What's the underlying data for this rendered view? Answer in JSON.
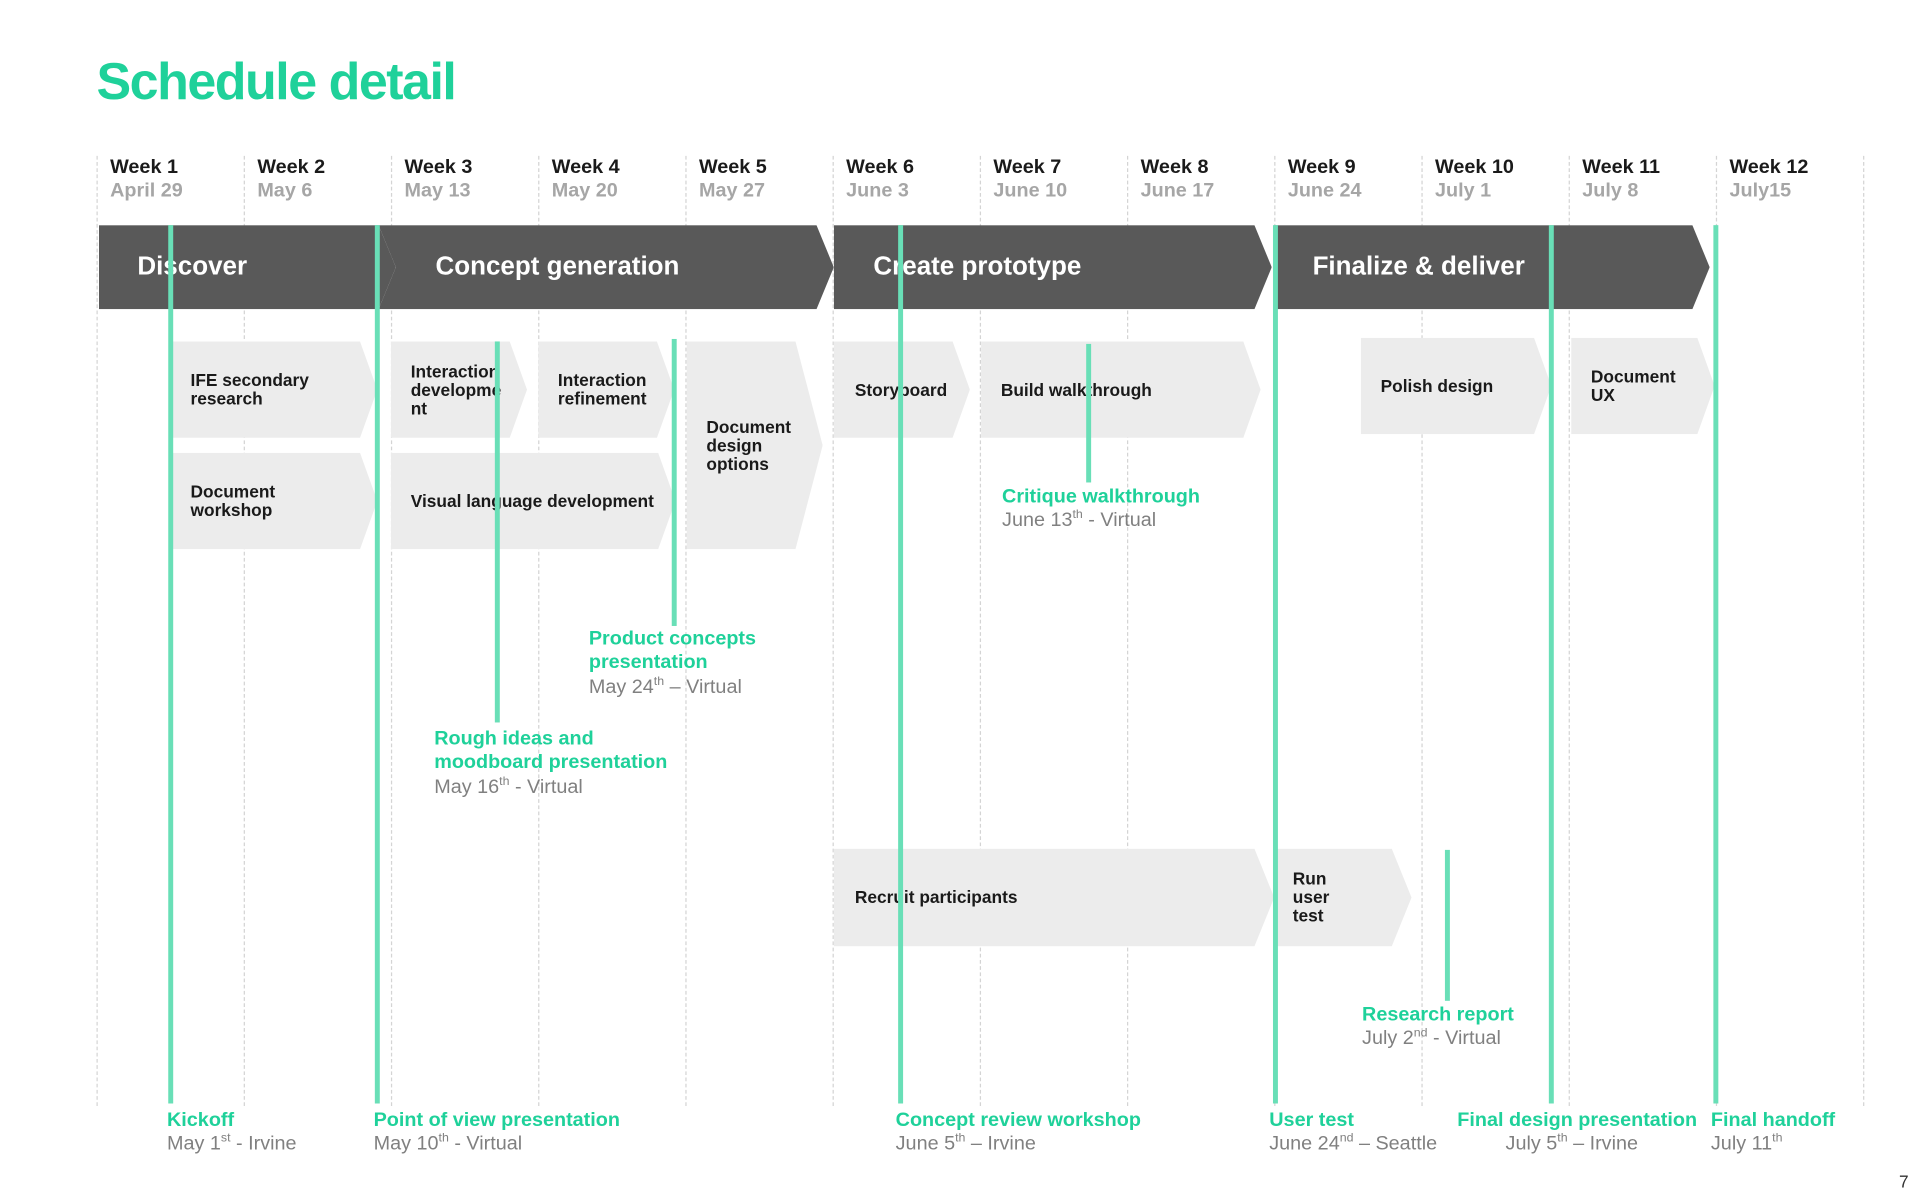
{
  "title": "Schedule detail",
  "weeks": [
    {
      "name": "Week 1",
      "date": "April 29"
    },
    {
      "name": "Week 2",
      "date": "May 6"
    },
    {
      "name": "Week 3",
      "date": "May 13"
    },
    {
      "name": "Week 4",
      "date": "May 20"
    },
    {
      "name": "Week 5",
      "date": "May 27"
    },
    {
      "name": "Week 6",
      "date": "June 3"
    },
    {
      "name": "Week 7",
      "date": "June 10"
    },
    {
      "name": "Week 8",
      "date": "June 17"
    },
    {
      "name": "Week 9",
      "date": "June 24"
    },
    {
      "name": "Week 10",
      "date": "July 1"
    },
    {
      "name": "Week 11",
      "date": "July 8"
    },
    {
      "name": "Week 12",
      "date": "July15"
    }
  ],
  "phases": [
    "Discover",
    "Concept generation",
    "Create prototype",
    "Finalize & deliver"
  ],
  "tasks": {
    "ife_research": "IFE secondary research",
    "doc_workshop": "Document workshop",
    "interaction_dev": "Interaction developme nt",
    "interaction_ref": "Interaction refinement",
    "visual_language": "Visual language development",
    "doc_design_options": "Document design options",
    "storyboard": "Storyboard",
    "build_walkthrough": "Build walkthrough",
    "polish_design": "Polish design",
    "document_ux": "Document UX",
    "recruit": "Recruit participants",
    "run_user_test": "Run user test"
  },
  "milestones": {
    "kickoff": {
      "title": "Kickoff",
      "date_pre": "May 1",
      "date_sup": "st",
      "date_post": " - Irvine"
    },
    "pov": {
      "title": "Point of view presentation",
      "date_pre": "May 10",
      "date_sup": "th",
      "date_post": " - Virtual"
    },
    "rough_ideas": {
      "title1": "Rough ideas and",
      "title2": "moodboard presentation",
      "date_pre": "May 16",
      "date_sup": "th",
      "date_post": " - Virtual"
    },
    "product_concepts": {
      "title1": "Product concepts",
      "title2": "presentation",
      "date_pre": "May 24",
      "date_sup": "th",
      "date_post": " – Virtual"
    },
    "critique": {
      "title": "Critique walkthrough",
      "date_pre": "June 13",
      "date_sup": "th",
      "date_post": " - Virtual"
    },
    "concept_review": {
      "title": "Concept review workshop",
      "date_pre": "June 5",
      "date_sup": "th",
      "date_post": " – Irvine"
    },
    "user_test": {
      "title": "User test",
      "date_pre": "June 24",
      "date_sup": "nd",
      "date_post": " – Seattle"
    },
    "research_report": {
      "title": "Research report",
      "date_pre": "July 2",
      "date_sup": "nd",
      "date_post": " - Virtual"
    },
    "final_design": {
      "title": "Final design presentation",
      "date_pre": "July 5",
      "date_sup": "th",
      "date_post": " – Irvine"
    },
    "final_handoff": {
      "title": "Final handoff",
      "date_pre": "July 11",
      "date_sup": "th",
      "date_post": ""
    }
  },
  "page_number": "7",
  "colors": {
    "accent": "#1fd19a",
    "milestone_line": "#69dfb7",
    "phase": "#595959",
    "task": "#ececec"
  }
}
